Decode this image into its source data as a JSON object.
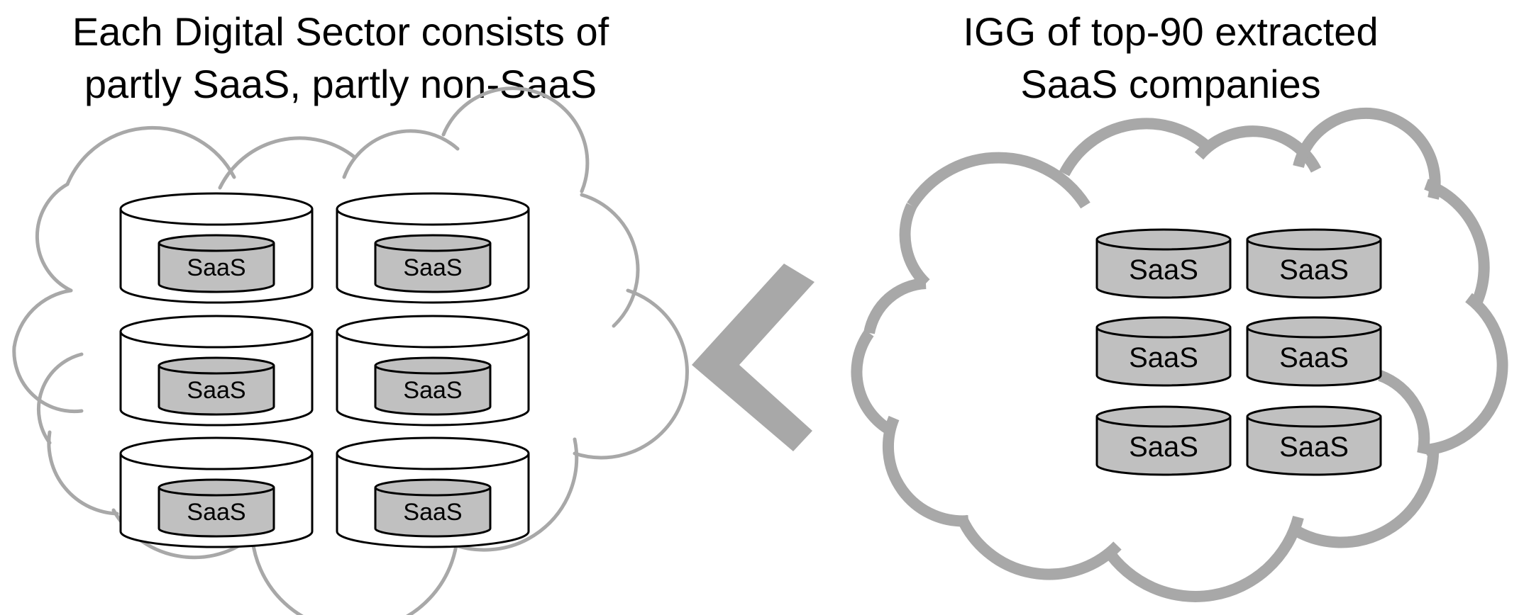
{
  "left_panel": {
    "title_line1": "Each Digital Sector consists of",
    "title_line2": "partly SaaS, partly non-SaaS",
    "sector_labels": [
      "SaaS",
      "SaaS",
      "SaaS",
      "SaaS",
      "SaaS",
      "SaaS"
    ]
  },
  "comparison_symbol": "<",
  "right_panel": {
    "title_line1": "IGG of top-90 extracted",
    "title_line2": "SaaS companies",
    "company_labels": [
      "SaaS",
      "SaaS",
      "SaaS",
      "SaaS",
      "SaaS",
      "SaaS"
    ]
  },
  "colors": {
    "cloud_left": "#a8a8a8",
    "cloud_right": "#a8a8a8",
    "saas_fill": "#c0c0c0",
    "arrow": "#a8a8a8"
  }
}
